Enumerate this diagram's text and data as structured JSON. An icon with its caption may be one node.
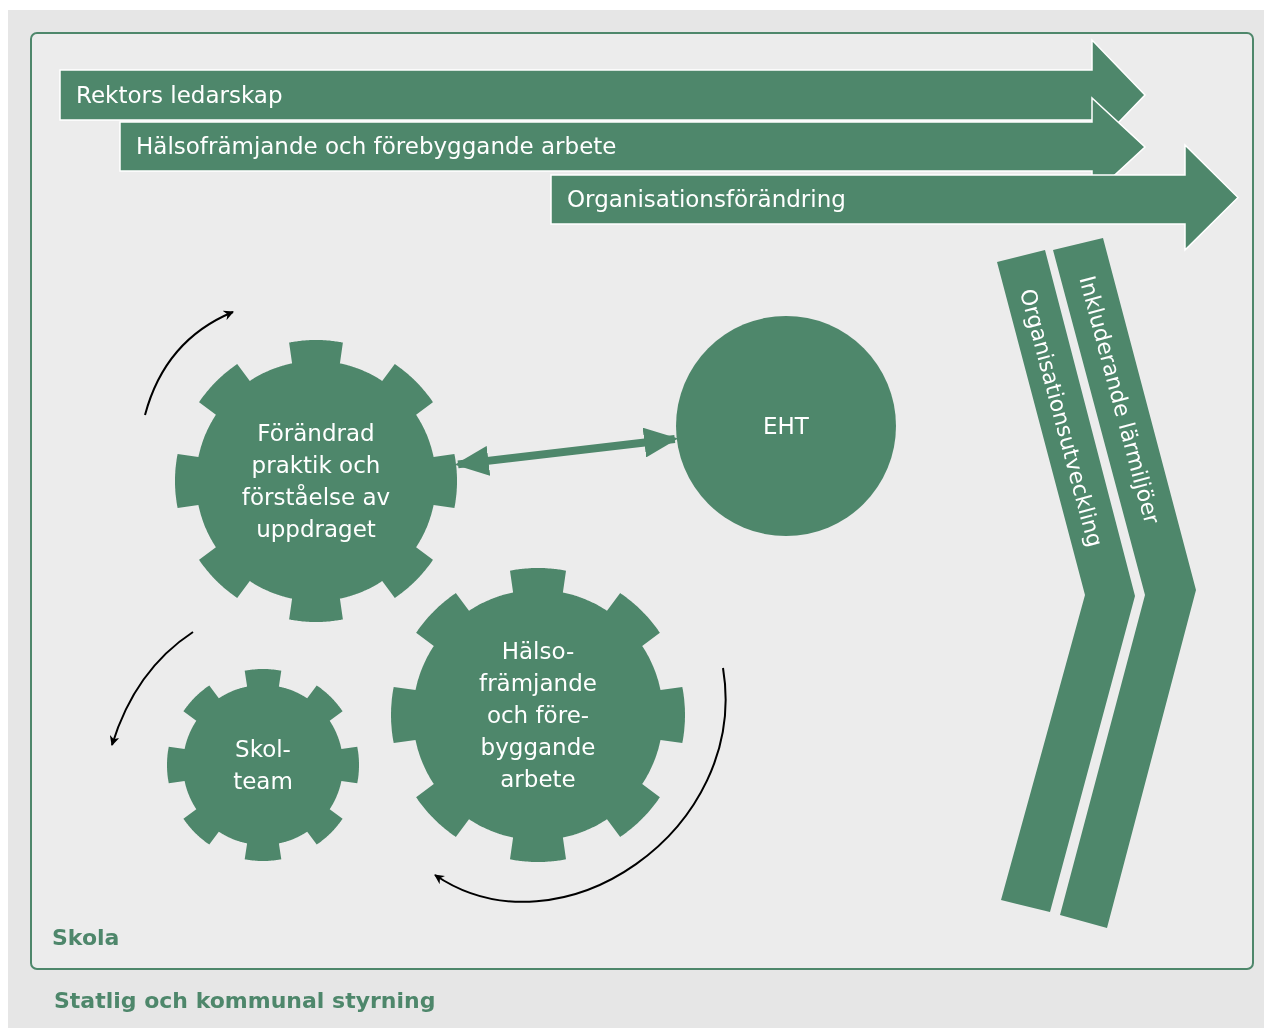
{
  "diagram": {
    "nodes": [
      {
        "text": [
          "Statlig och kommunal styrning"
        ]
      },
      {
        "text": [
          "Skola"
        ],
        "in": 0
      },
      {
        "text": [
          "Rektors ledarskap"
        ],
        "in": 1
      },
      {
        "text": [
          "Hälsofrämjande och förebyggande arbete"
        ],
        "in": 1
      },
      {
        "text": [
          "Organisationsförändring"
        ],
        "in": 1
      },
      {
        "text": [
          "Förändrad praktik och förståelse av uppdraget"
        ],
        "in": 1
      },
      {
        "text": [
          "EHT"
        ],
        "in": 1
      },
      {
        "text": [
          "Hälso- främjande och före- byggande arbete"
        ],
        "in": 1
      },
      {
        "text": [
          "Skol- team"
        ],
        "in": 1
      },
      {
        "text": [
          "Organisationsutveckling"
        ],
        "in": 1
      },
      {
        "text": [
          "Inkluderande lärmiljöer"
        ],
        "in": 1
      }
    ],
    "edges": [
      {
        "from": 5,
        "to": 6,
        "arrow": "both"
      }
    ]
  }
}
